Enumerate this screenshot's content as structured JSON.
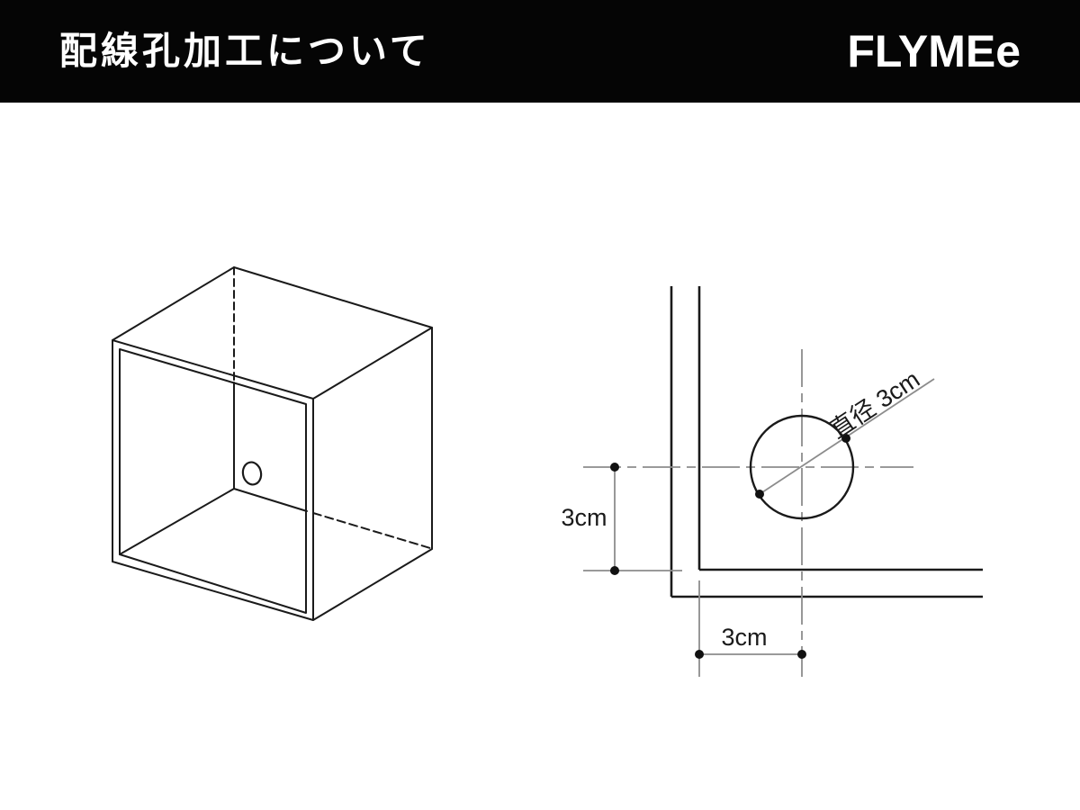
{
  "header": {
    "title": "配線孔加工について",
    "brand": "FLYMEe"
  },
  "diagram": {
    "cube_view": {
      "description": "isometric open cube with wiring hole on back panel"
    },
    "hole_detail": {
      "diameter_label": "直径 3cm",
      "offset_left_label": "3cm",
      "offset_bottom_label": "3cm"
    }
  },
  "colors": {
    "header_bg": "#050505",
    "header_text": "#ffffff",
    "line": "#1a1a1a",
    "dim_line": "#8c8c8c",
    "dot": "#111111",
    "background": "#ffffff"
  }
}
